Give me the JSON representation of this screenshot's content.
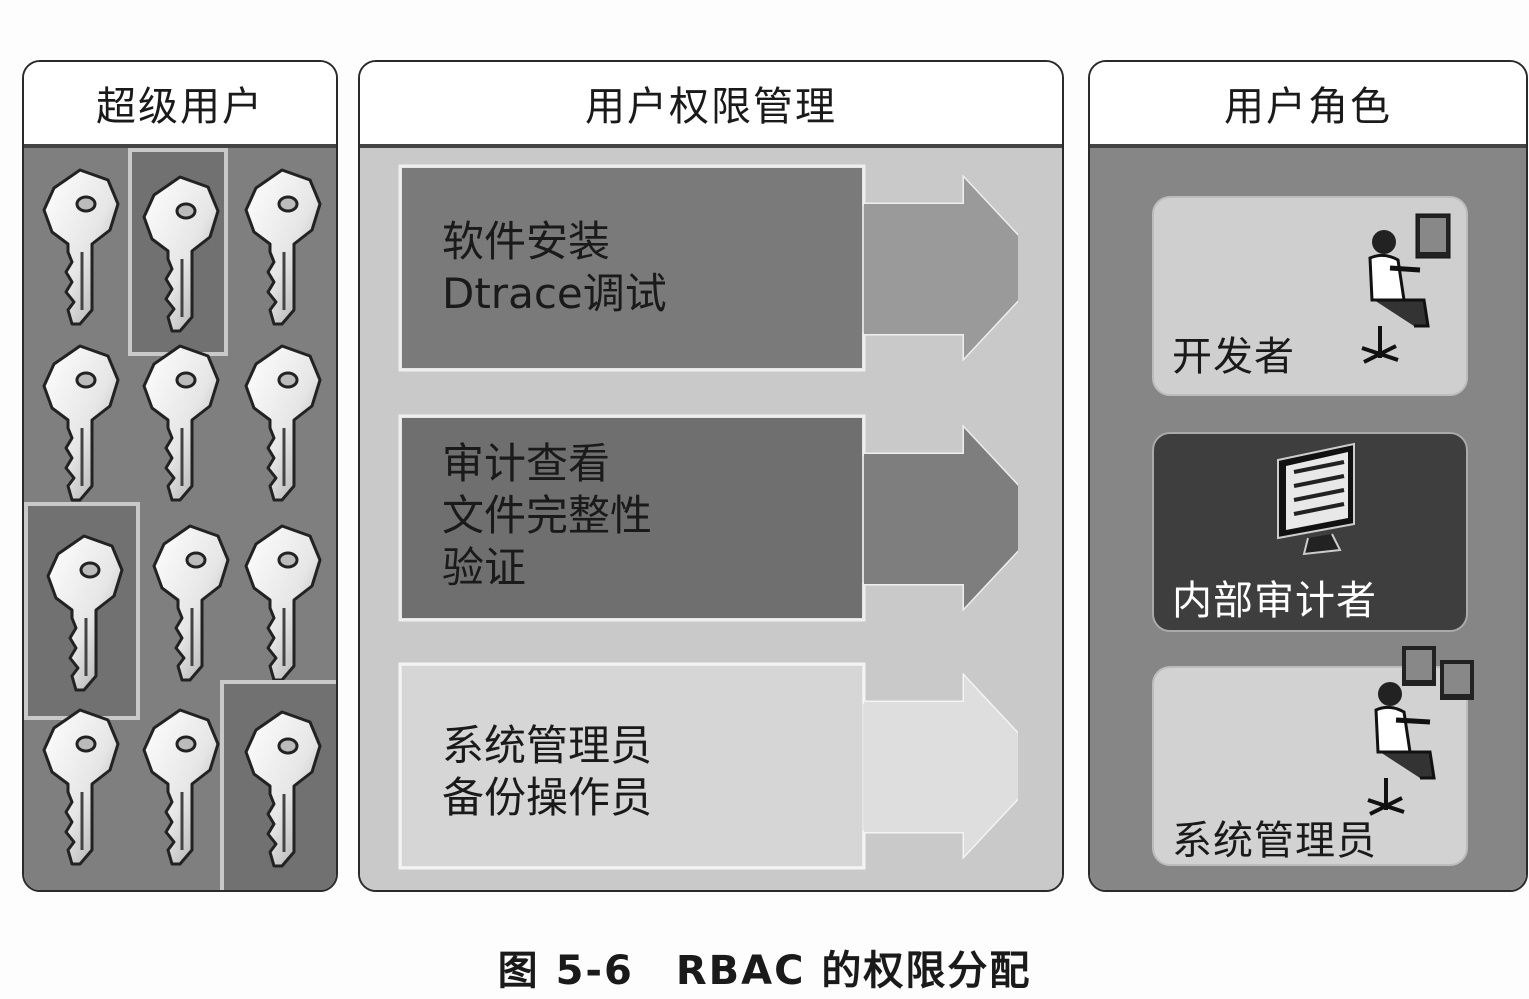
{
  "superuser": {
    "title": "超级用户"
  },
  "management": {
    "title": "用户权限管理",
    "rows": [
      {
        "lines": [
          "软件安装",
          "Dtrace调试"
        ]
      },
      {
        "lines": [
          "审计查看",
          "文件完整性",
          "验证"
        ]
      },
      {
        "lines": [
          "系统管理员",
          "备份操作员"
        ]
      }
    ]
  },
  "roles": {
    "title": "用户角色",
    "items": [
      {
        "label": "开发者",
        "icon": "developer-icon"
      },
      {
        "label": "内部审计者",
        "icon": "monitor-icon"
      },
      {
        "label": "系统管理员",
        "icon": "sysadmin-icon"
      }
    ]
  },
  "caption": "图 5-6　RBAC 的权限分配"
}
